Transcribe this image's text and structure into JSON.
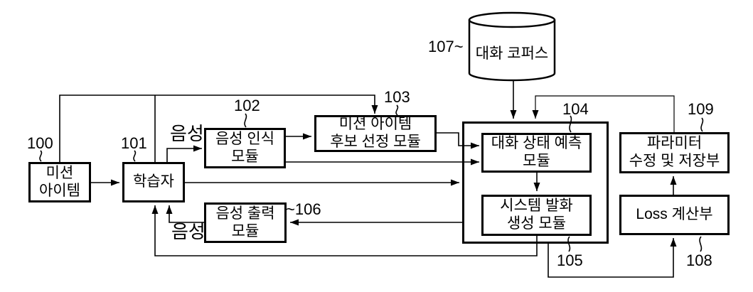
{
  "figure": {
    "background": "#ffffff",
    "line_color": "#000000"
  },
  "nodes": {
    "mission_item": {
      "ref": "100",
      "label": "미션\n아이템"
    },
    "learner": {
      "ref": "101",
      "label": "학습자"
    },
    "speech_recognition": {
      "ref": "102",
      "label": "음성 인식\n모듈"
    },
    "mission_item_candidate": {
      "ref": "103",
      "label": "미션 아이템\n후보 선정 모듈"
    },
    "dialog_state_prediction": {
      "ref": "104",
      "label": "대화 상태 예측\n모듈"
    },
    "system_utterance_generation": {
      "ref": "105",
      "label": "시스템 발화\n생성 모듈"
    },
    "speech_output": {
      "ref": "~106",
      "label": "음성 출력\n모듈"
    },
    "dialog_corpus": {
      "ref": "107~",
      "label": "대화 코퍼스"
    },
    "loss_calculator": {
      "ref": "108",
      "label": "Loss 계산부"
    },
    "parameter_update_storage": {
      "ref": "109",
      "label": "파라미터\n수정 및 저장부"
    }
  },
  "edge_labels": {
    "voice_to_recognition": "음성",
    "voice_to_learner": "음성"
  },
  "edges": [
    {
      "from": "mission_item",
      "to": "mission_item_candidate"
    },
    {
      "from": "learner",
      "to": "mission_item_candidate"
    },
    {
      "from": "mission_item",
      "to": "learner"
    },
    {
      "from": "learner",
      "to": "speech_recognition",
      "label": "음성"
    },
    {
      "from": "speech_recognition",
      "to": "mission_item_candidate"
    },
    {
      "from": "speech_recognition",
      "to": "dialog_state_prediction"
    },
    {
      "from": "mission_item_candidate",
      "to": "dialog_state_prediction"
    },
    {
      "from": "learner",
      "to": "dialog_module_group"
    },
    {
      "from": "dialog_corpus",
      "to": "dialog_module_group"
    },
    {
      "from": "parameter_update_storage",
      "to": "dialog_module_group"
    },
    {
      "from": "dialog_state_prediction",
      "to": "system_utterance_generation"
    },
    {
      "from": "system_utterance_generation",
      "to": "learner"
    },
    {
      "from": "dialog_module_group",
      "to": "speech_output"
    },
    {
      "from": "speech_output",
      "to": "learner",
      "label": "음성"
    },
    {
      "from": "dialog_module_group",
      "to": "loss_calculator"
    },
    {
      "from": "loss_calculator",
      "to": "parameter_update_storage"
    }
  ]
}
